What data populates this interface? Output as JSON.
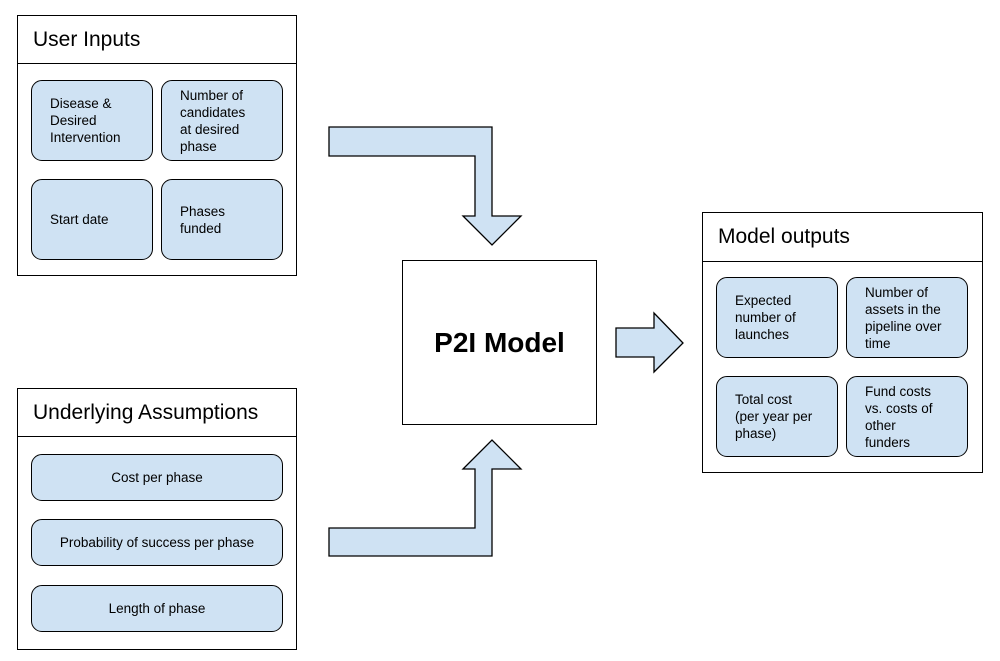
{
  "user_inputs": {
    "title": "User Inputs",
    "cards": [
      "Disease &\nDesired\nIntervention",
      "Number of\ncandidates\nat desired\nphase",
      "Start date",
      "Phases\nfunded"
    ]
  },
  "underlying_assumptions": {
    "title": "Underlying Assumptions",
    "cards": [
      "Cost per phase",
      "Probability of success per phase",
      "Length of phase"
    ]
  },
  "model": {
    "label": "P2I Model"
  },
  "model_outputs": {
    "title": "Model outputs",
    "cards": [
      "Expected\nnumber of\nlaunches",
      "Number of\nassets in the\npipeline over\ntime",
      "Total cost\n(per year per\nphase)",
      "Fund costs\nvs. costs of\nother\nfunders"
    ]
  },
  "colors": {
    "card_fill": "#cfe2f3",
    "arrow_fill": "#cfe2f3",
    "border": "#000000"
  }
}
